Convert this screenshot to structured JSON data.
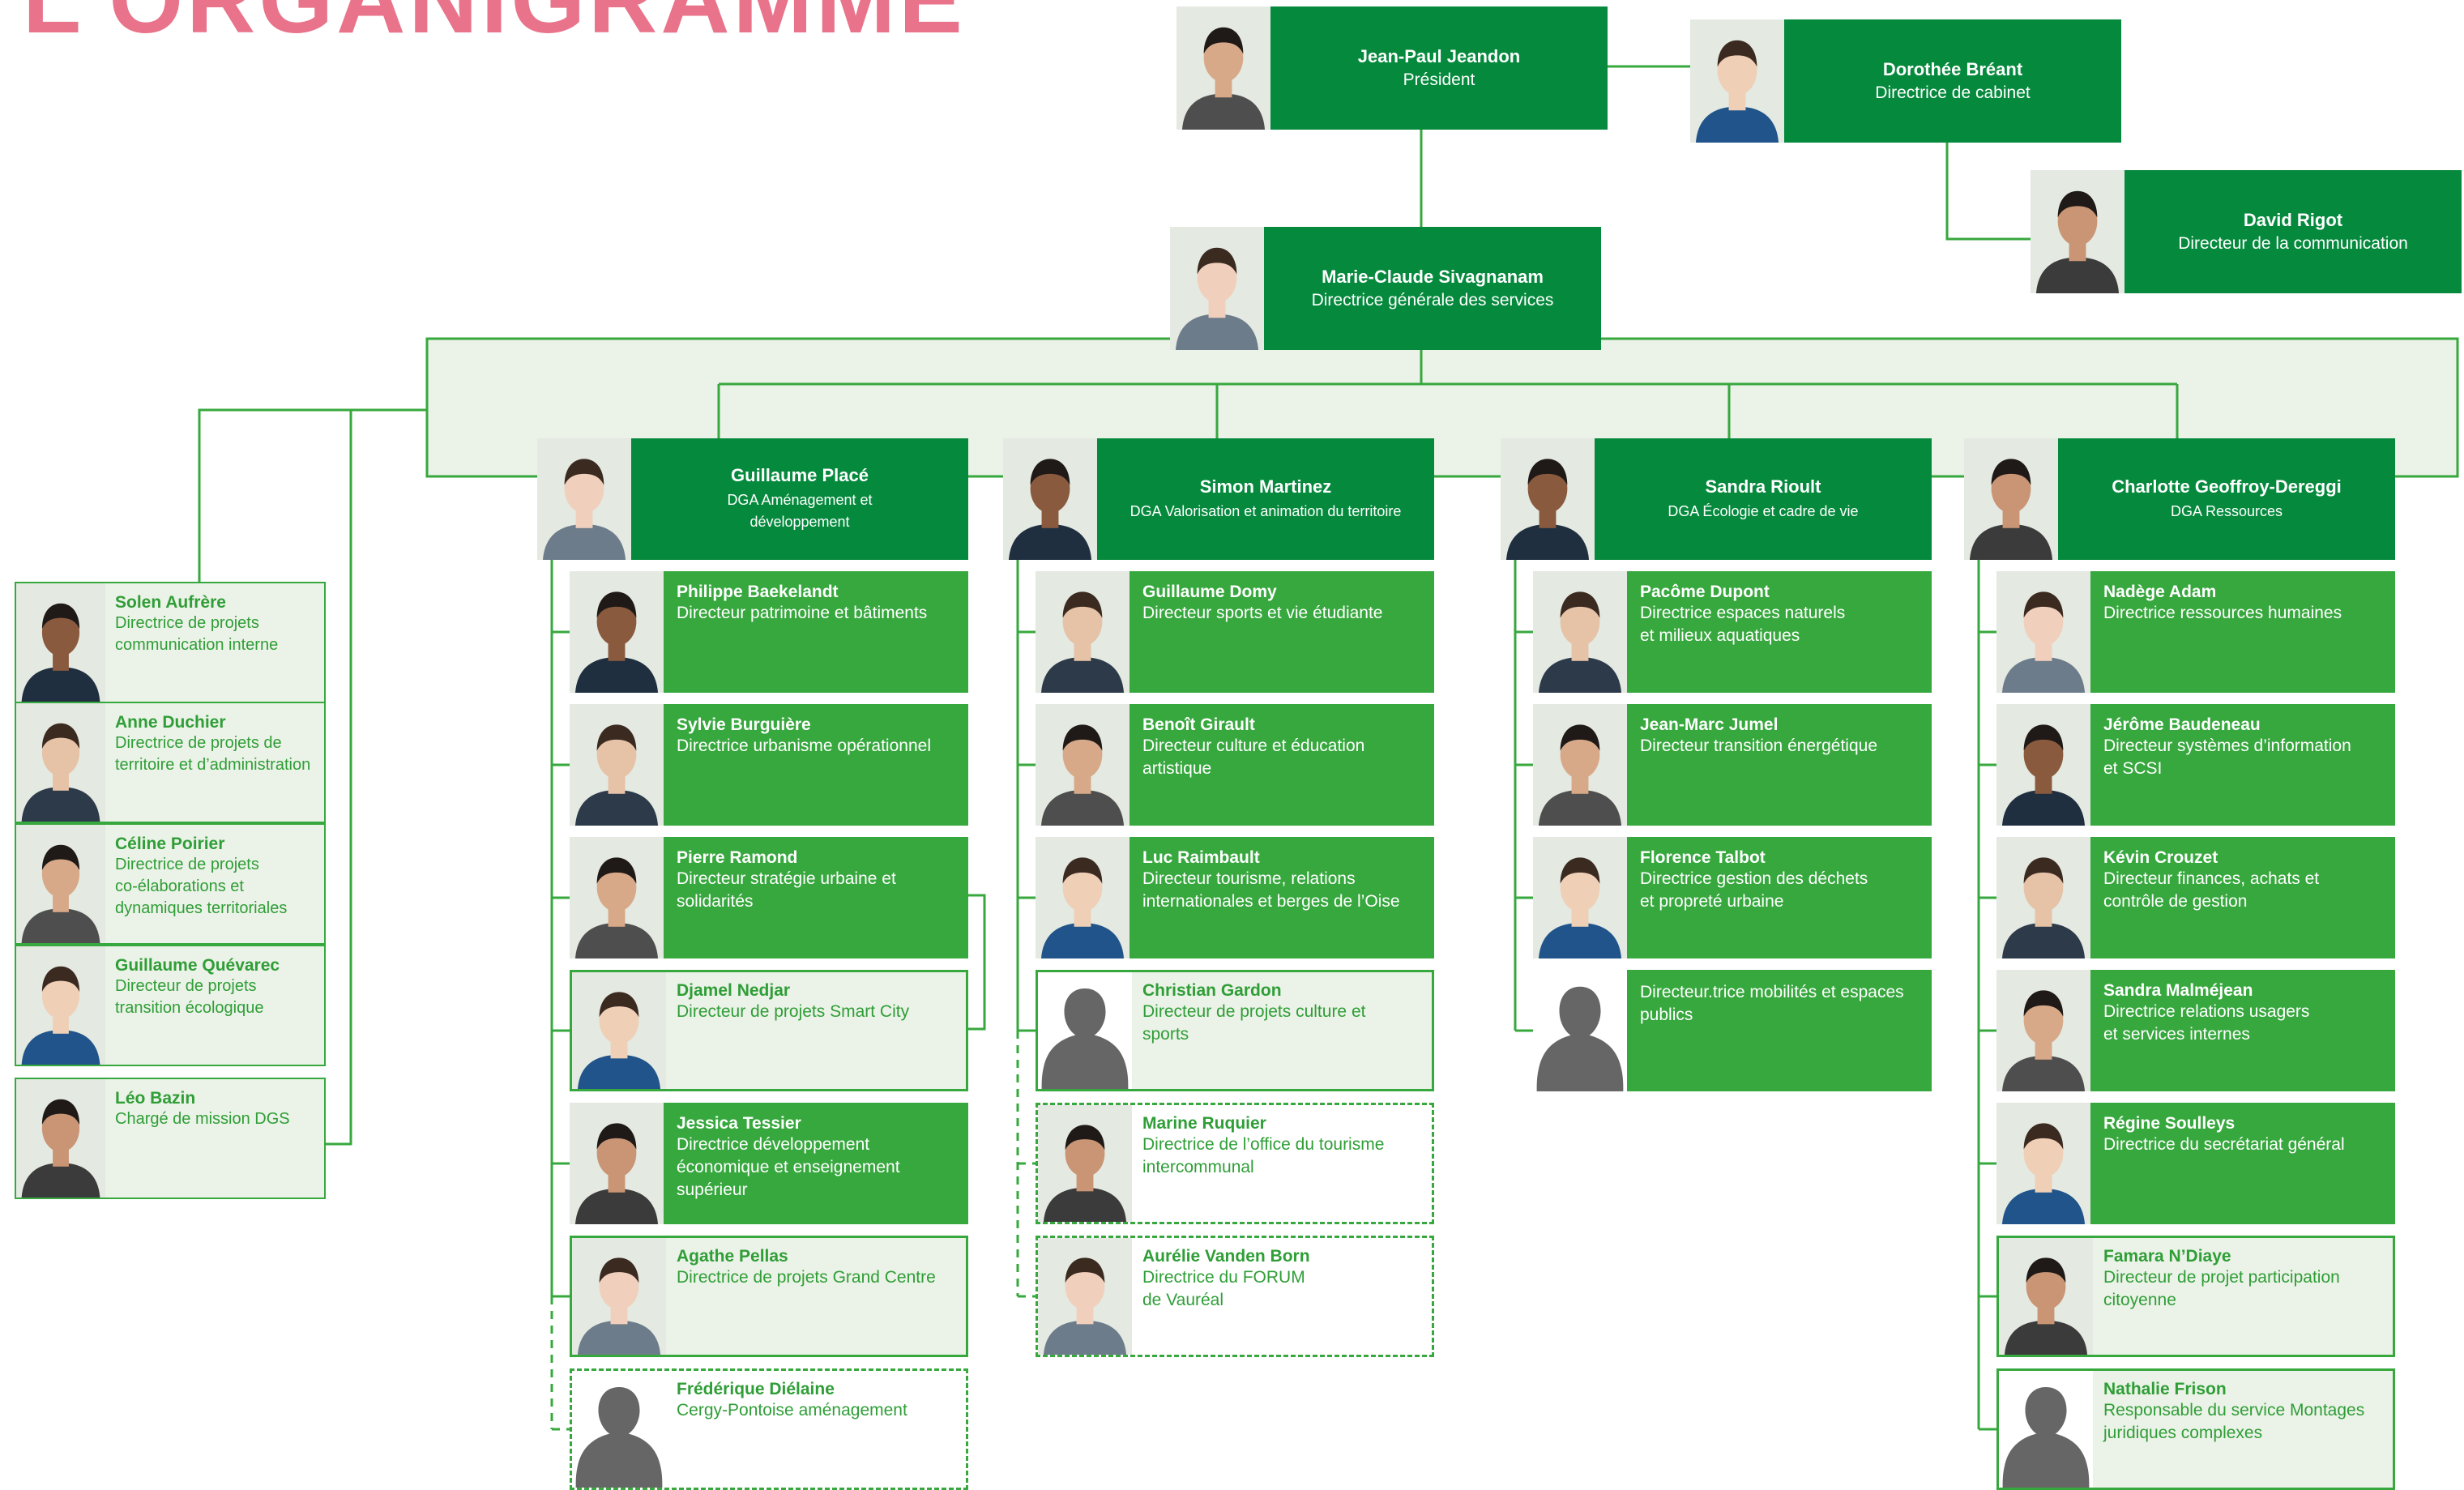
{
  "title": "L’ORGANIGRAMME",
  "colors": {
    "dark_green": "#058a3d",
    "green": "#37a83e",
    "light_bg": "#ebf2e7",
    "title_pink": "#e8738a"
  },
  "leadership": [
    {
      "name": "Jean-Paul Jeandon",
      "role": "Président",
      "photo": "portrait-photo"
    },
    {
      "name": "Dorothée Bréant",
      "role": "Directrice de cabinet",
      "photo": "portrait-photo"
    },
    {
      "name": "David Rigot",
      "role": "Directeur de la communication",
      "photo": "portrait-photo"
    },
    {
      "name": "Marie-Claude Sivagnanam",
      "role": "Directrice générale des services",
      "photo": "portrait-photo"
    }
  ],
  "dgs_staff": [
    {
      "name": "Solen Aufrère",
      "role": "Directrice de projets\ncommunication interne"
    },
    {
      "name": "Anne Duchier",
      "role": "Directrice de projets de\nterritoire et d’administration"
    },
    {
      "name": "Céline Poirier",
      "role": "Directrice de projets\nco-élaborations et\ndynamiques territoriales"
    },
    {
      "name": "Guillaume Quévarec",
      "role": "Directeur de projets\ntransition écologique"
    },
    {
      "name": "Léo Bazin",
      "role": "Chargé de mission DGS"
    }
  ],
  "divisions": [
    {
      "head": {
        "name": "Guillaume Placé",
        "role": "DGA Aménagement et\ndéveloppement"
      },
      "members": [
        {
          "name": "Philippe Baekelandt",
          "role": "Directeur patrimoine et bâtiments",
          "style": "dir"
        },
        {
          "name": "Sylvie Burguière",
          "role": "Directrice urbanisme opérationnel",
          "style": "dir"
        },
        {
          "name": "Pierre Ramond",
          "role": "Directeur stratégie urbaine et\nsolidarités",
          "style": "dir"
        },
        {
          "name": "Djamel Nedjar",
          "role": "Directeur de projets Smart City",
          "style": "light"
        },
        {
          "name": "Jessica Tessier",
          "role": "Directrice développement\néconomique et enseignement\nsupérieur",
          "style": "dir"
        },
        {
          "name": "Agathe Pellas",
          "role": "Directrice de projets Grand Centre",
          "style": "light"
        },
        {
          "name": "Frédérique Diélaine",
          "role": "Cergy-Pontoise aménagement",
          "style": "dashed"
        }
      ]
    },
    {
      "head": {
        "name": "Simon Martinez",
        "role": "DGA Valorisation et animation du territoire"
      },
      "members": [
        {
          "name": "Guillaume Domy",
          "role": "Directeur sports et vie étudiante",
          "style": "dir"
        },
        {
          "name": "Benoît Girault",
          "role": "Directeur culture et éducation\nartistique",
          "style": "dir"
        },
        {
          "name": "Luc Raimbault",
          "role": "Directeur tourisme, relations\ninternationales et berges de l’Oise",
          "style": "dir"
        },
        {
          "name": "Christian Gardon",
          "role": "Directeur de projets culture et\nsports",
          "style": "light"
        },
        {
          "name": "Marine Ruquier",
          "role": "Directrice de l’office du tourisme\nintercommunal",
          "style": "dashed"
        },
        {
          "name": "Aurélie Vanden Born",
          "role": "Directrice du FORUM\nde Vauréal",
          "style": "dashed"
        }
      ]
    },
    {
      "head": {
        "name": "Sandra Rioult",
        "role": "DGA Écologie et cadre de vie"
      },
      "members": [
        {
          "name": "Pacôme Dupont",
          "role": "Directrice espaces naturels\net milieux aquatiques",
          "style": "dir"
        },
        {
          "name": "Jean-Marc Jumel",
          "role": "Directeur transition énergétique",
          "style": "dir"
        },
        {
          "name": "Florence Talbot",
          "role": "Directrice gestion des déchets\net propreté urbaine",
          "style": "dir"
        },
        {
          "name": "",
          "role": "Directeur.trice mobilités et espaces\npublics",
          "style": "dir"
        }
      ]
    },
    {
      "head": {
        "name": "Charlotte Geoffroy-Dereggi",
        "role": "DGA Ressources"
      },
      "members": [
        {
          "name": "Nadège Adam",
          "role": "Directrice ressources humaines",
          "style": "dir"
        },
        {
          "name": "Jérôme Baudeneau",
          "role": "Directeur systèmes d’information\net SCSI",
          "style": "dir"
        },
        {
          "name": "Kévin Crouzet",
          "role": "Directeur finances, achats et\ncontrôle de gestion",
          "style": "dir"
        },
        {
          "name": "Sandra Malméjean",
          "role": "Directrice relations usagers\net services internes",
          "style": "dir"
        },
        {
          "name": "Régine Soulleys",
          "role": "Directrice du secrétariat général",
          "style": "dir"
        },
        {
          "name": "Famara N’Diaye",
          "role": "Directeur de projet participation\ncitoyenne",
          "style": "light"
        },
        {
          "name": "Nathalie Frison",
          "role": "Responsable du service Montages\njuridiques complexes",
          "style": "light"
        }
      ]
    }
  ]
}
